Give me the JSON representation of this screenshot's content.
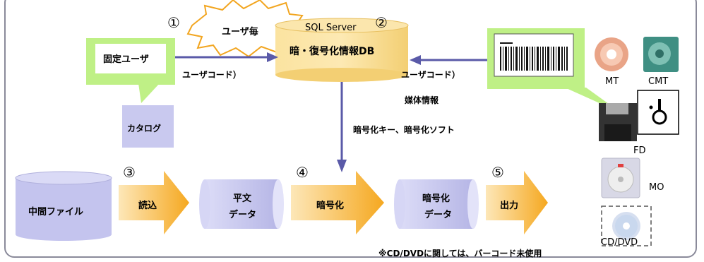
{
  "steps": {
    "s1": "①",
    "s2": "②",
    "s3": "③",
    "s4": "④",
    "s5": "⑤"
  },
  "burst_label": "ユーザ毎",
  "db": {
    "server": "SQL Server",
    "name": "暗・復号化情報DB"
  },
  "fixed_user": "固定ユーザ",
  "user_code_left": "ユーザコード）",
  "user_code_right": "ユーザコード）",
  "catalog": "カタログ",
  "media_info": "媒体情報",
  "keys": "暗号化キー、暗号化ソフト",
  "process": {
    "intermediate": "中間ファイル",
    "read": "読込",
    "plain_1": "平文",
    "plain_2": "データ",
    "encrypt": "暗号化",
    "enc_1": "暗号化",
    "enc_2": "データ",
    "output": "出力"
  },
  "media": {
    "mt": "MT",
    "cmt": "CMT",
    "fd": "FD",
    "mo": "MO",
    "cd": "CD/DVD"
  },
  "note": "※CD/DVDに関しては、バーコード未使用",
  "colors": {
    "lavender": "#c9c9ef",
    "lavender_dark": "#a9a9dc",
    "orange": "#f7b73e",
    "yellow": "#f9e08a",
    "green": "#b9ef7e",
    "arrow_blue": "#5a5aa8"
  }
}
